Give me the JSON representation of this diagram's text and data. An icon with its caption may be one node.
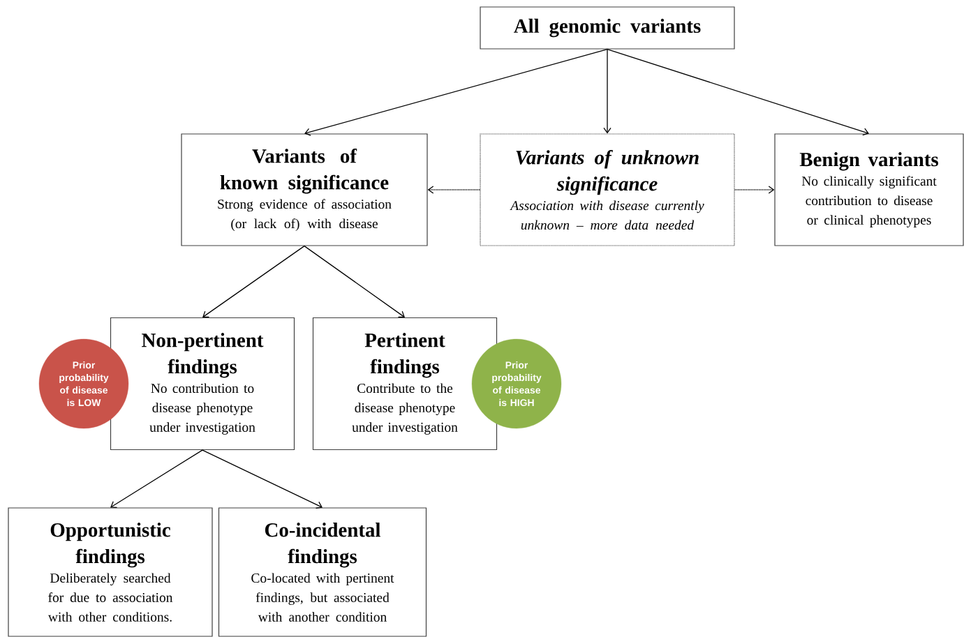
{
  "diagram": {
    "nodes": [
      {
        "text": [
          "All genomic variants"
        ]
      },
      {
        "text": [
          "Variants of known significance",
          "Strong evidence of association (or lack of) with disease"
        ]
      },
      {
        "text": [
          "Variants of unknown significance",
          "Association with disease currently unknown – more data needed"
        ]
      },
      {
        "text": [
          "Benign variants",
          "No clinically significant contribution to disease or clinical phenotypes"
        ]
      },
      {
        "text": [
          "Non-pertinent findings",
          "No contribution to disease phenotype under investigation"
        ]
      },
      {
        "text": [
          "Pertinent findings",
          "Contribute to the disease phenotype under investigation"
        ]
      },
      {
        "text": [
          "Opportunistic findings",
          "Deliberately searched for due to association with other conditions."
        ]
      },
      {
        "text": [
          "Co-incidental findings",
          "Co-located with pertinent findings, but associated with another condition"
        ]
      },
      {
        "text": [
          "Prior probability of disease is LOW"
        ]
      },
      {
        "text": [
          "Prior probability of disease is HIGH"
        ]
      }
    ],
    "edges": [
      {
        "from": 0,
        "to": 1,
        "arrow": "to"
      },
      {
        "from": 0,
        "to": 2,
        "arrow": "to"
      },
      {
        "from": 0,
        "to": 3,
        "arrow": "to"
      },
      {
        "from": 2,
        "to": 1,
        "arrow": "to",
        "style": "dashed"
      },
      {
        "from": 2,
        "to": 3,
        "arrow": "to",
        "style": "dashed"
      },
      {
        "from": 1,
        "to": 4,
        "arrow": "to"
      },
      {
        "from": 1,
        "to": 5,
        "arrow": "to"
      },
      {
        "from": 4,
        "to": 6,
        "arrow": "to"
      },
      {
        "from": 4,
        "to": 7,
        "arrow": "to"
      }
    ]
  }
}
